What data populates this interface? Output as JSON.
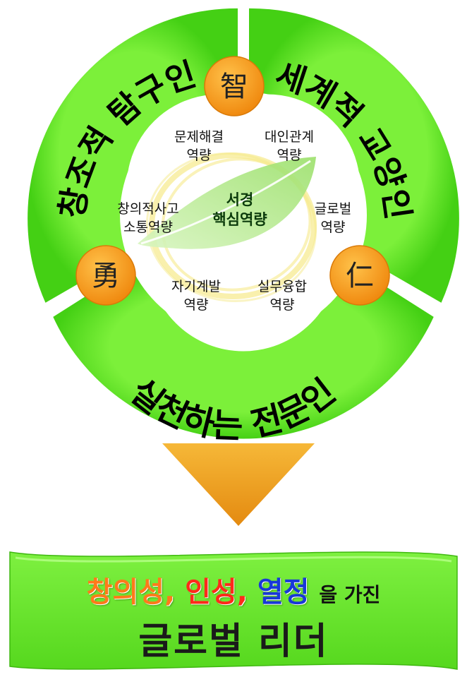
{
  "arcs": {
    "left": "창조적 탐구인",
    "right": "세계적 교양인",
    "bottom": "실천하는 전문인"
  },
  "hanja": {
    "top": "智",
    "left": "勇",
    "right": "仁"
  },
  "center": {
    "line1": "서경",
    "line2": "핵심역량"
  },
  "competencies": [
    {
      "line1": "문제해결",
      "line2": "역량"
    },
    {
      "line1": "대인관계",
      "line2": "역량"
    },
    {
      "line1": "창의적사고",
      "line2": "소통역량"
    },
    {
      "line1": "글로벌",
      "line2": "역량"
    },
    {
      "line1": "자기계발",
      "line2": "역량"
    },
    {
      "line1": "실무융합",
      "line2": "역량"
    }
  ],
  "banner": {
    "word1": "창의성,",
    "word2": "인성,",
    "word3": "열정",
    "suffix": "을 가진",
    "title": "글로벌 리더"
  },
  "colors": {
    "green": "#5ee82a",
    "orange": "#f39a1e",
    "arrow": "#f0a020"
  }
}
